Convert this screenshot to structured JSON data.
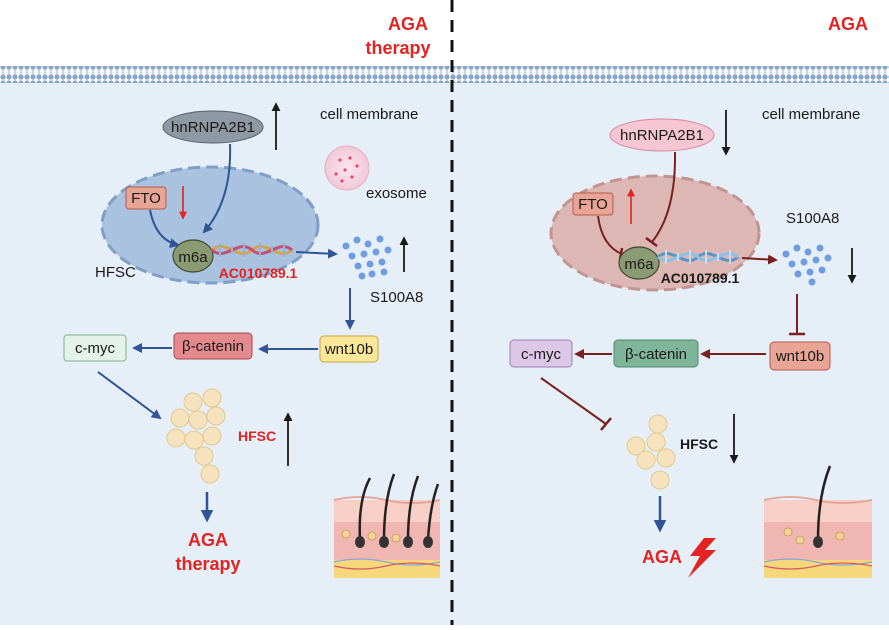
{
  "left": {
    "title_line1": "AGA",
    "title_line2": "therapy",
    "hnrnpa2b1": "hnRNPA2B1",
    "membrane": "cell membrane",
    "exosome": "exosome",
    "fto": "FTO",
    "m6a": "m6a",
    "ac": "AC010789.1",
    "hfsc_cell": "HFSC",
    "s100a8": "S100A8",
    "cmyc": "c-myc",
    "bcatenin": "β-catenin",
    "wnt10b": "wnt10b",
    "hfsc_cluster": "HFSC",
    "outcome_line1": "AGA",
    "outcome_line2": "therapy"
  },
  "right": {
    "title": "AGA",
    "hnrnpa2b1": "hnRNPA2B1",
    "membrane": "cell membrane",
    "fto": "FTO",
    "m6a": "m6a",
    "ac": "AC010789.1",
    "s100a8": "S100A8",
    "cmyc": "c-myc",
    "bcatenin": "β-catenin",
    "wnt10b": "wnt10b",
    "hfsc_cluster": "HFSC",
    "outcome": "AGA"
  },
  "colors": {
    "panel_bg": "#e6eef7",
    "membrane": "#8aa6c6",
    "blue_arrow": "#2f5597",
    "dark_red_arrow": "#7b1f1f",
    "red_accent": "#e32222"
  }
}
